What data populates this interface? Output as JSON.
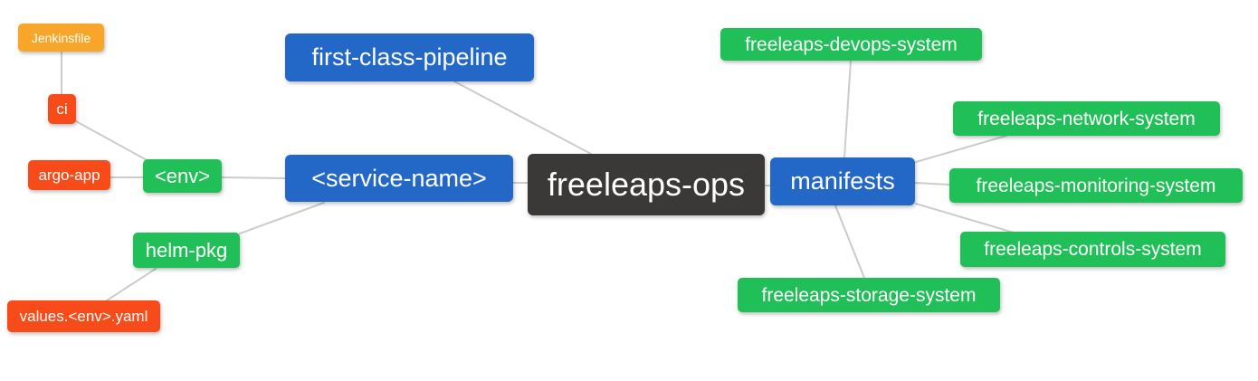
{
  "palette": {
    "root": "#3b3838",
    "branch_blue": "#2368c6",
    "green": "#21bf58",
    "red": "#f84b1a",
    "orange": "#f7a62a",
    "edge": "#cccccc",
    "text": "#ffffff",
    "background": "#ffffff"
  },
  "nodes": [
    {
      "id": "jenkinsfile",
      "label": "Jenkinsfile",
      "color": "orange"
    },
    {
      "id": "ci",
      "label": "ci",
      "color": "red"
    },
    {
      "id": "argo-app",
      "label": "argo-app",
      "color": "red"
    },
    {
      "id": "env",
      "label": "<env>",
      "color": "green"
    },
    {
      "id": "helm-pkg",
      "label": "helm-pkg",
      "color": "green"
    },
    {
      "id": "values-env-yaml",
      "label": "values.<env>.yaml",
      "color": "red"
    },
    {
      "id": "first-class-pipeline",
      "label": "first-class-pipeline",
      "color": "branch_blue"
    },
    {
      "id": "service-name",
      "label": "<service-name>",
      "color": "branch_blue"
    },
    {
      "id": "freeleaps-ops",
      "label": "freeleaps-ops",
      "color": "root"
    },
    {
      "id": "manifests",
      "label": "manifests",
      "color": "branch_blue"
    },
    {
      "id": "devops-system",
      "label": "freeleaps-devops-system",
      "color": "green"
    },
    {
      "id": "network-system",
      "label": "freeleaps-network-system",
      "color": "green"
    },
    {
      "id": "monitoring-system",
      "label": "freeleaps-monitoring-system",
      "color": "green"
    },
    {
      "id": "controls-system",
      "label": "freeleaps-controls-system",
      "color": "green"
    },
    {
      "id": "storage-system",
      "label": "freeleaps-storage-system",
      "color": "green"
    }
  ],
  "edges": [
    {
      "from": "jenkinsfile",
      "to": "ci"
    },
    {
      "from": "ci",
      "to": "env"
    },
    {
      "from": "argo-app",
      "to": "env"
    },
    {
      "from": "env",
      "to": "service-name"
    },
    {
      "from": "service-name",
      "to": "helm-pkg"
    },
    {
      "from": "helm-pkg",
      "to": "values-env-yaml"
    },
    {
      "from": "first-class-pipeline",
      "to": "freeleaps-ops"
    },
    {
      "from": "service-name",
      "to": "freeleaps-ops"
    },
    {
      "from": "freeleaps-ops",
      "to": "manifests"
    },
    {
      "from": "manifests",
      "to": "devops-system"
    },
    {
      "from": "manifests",
      "to": "network-system"
    },
    {
      "from": "manifests",
      "to": "monitoring-system"
    },
    {
      "from": "manifests",
      "to": "controls-system"
    },
    {
      "from": "manifests",
      "to": "storage-system"
    }
  ]
}
